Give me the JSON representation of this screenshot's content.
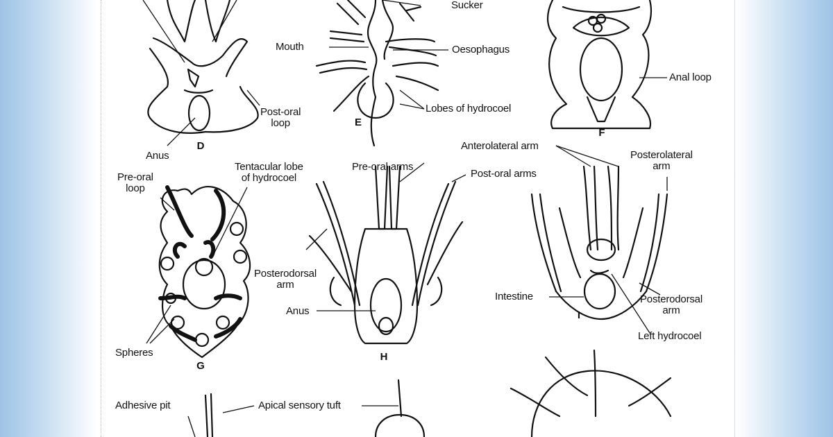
{
  "figures": [
    {
      "id": "D",
      "letter": "D",
      "labels": [
        "Post-oral\nloop",
        "Anus"
      ]
    },
    {
      "id": "E",
      "letter": "E",
      "labels": [
        "Sucker",
        "Mouth",
        "Oesophagus",
        "Lobes of hydrocoel"
      ]
    },
    {
      "id": "F",
      "letter": "F",
      "labels": [
        "Anal loop"
      ]
    },
    {
      "id": "G",
      "letter": "G",
      "labels": [
        "Pre-oral\nloop",
        "Tentacular lobe\nof hydrocoel",
        "Spheres"
      ]
    },
    {
      "id": "H",
      "letter": "H",
      "labels": [
        "Pre-oral arms",
        "Post-oral arms",
        "Posterodorsal\narm",
        "Anus"
      ]
    },
    {
      "id": "I",
      "letter": "I",
      "labels": [
        "Anterolateral arm",
        "Posterolateral\narm",
        "Intestine",
        "Posterodorsal\narm",
        "Left hydrocoel"
      ]
    }
  ],
  "labels": {
    "d_postoral": "Post-oral\nloop",
    "d_anus": "Anus",
    "e_sucker": "Sucker",
    "e_mouth": "Mouth",
    "e_oesophagus": "Oesophagus",
    "e_lobes": "Lobes of hydrocoel",
    "f_anal": "Anal loop",
    "g_preoral": "Pre-oral\nloop",
    "g_tentacular": "Tentacular lobe\nof hydrocoel",
    "g_spheres": "Spheres",
    "h_preoral_arms": "Pre-oral arms",
    "h_postoral_arms": "Post-oral arms",
    "h_posterodorsal": "Posterodorsal\narm",
    "h_anus": "Anus",
    "i_anterolateral": "Anterolateral arm",
    "i_posterolateral": "Posterolateral\narm",
    "i_intestine": "Intestine",
    "i_posterodorsal": "Posterodorsal\narm",
    "i_left_hydrocoel": "Left hydrocoel",
    "bottom_adhesive": "Adhesive pit",
    "bottom_apical": "Apical sensory tuft"
  },
  "letters": {
    "D": "D",
    "E": "E",
    "F": "F",
    "G": "G",
    "H": "H",
    "I": "I"
  }
}
